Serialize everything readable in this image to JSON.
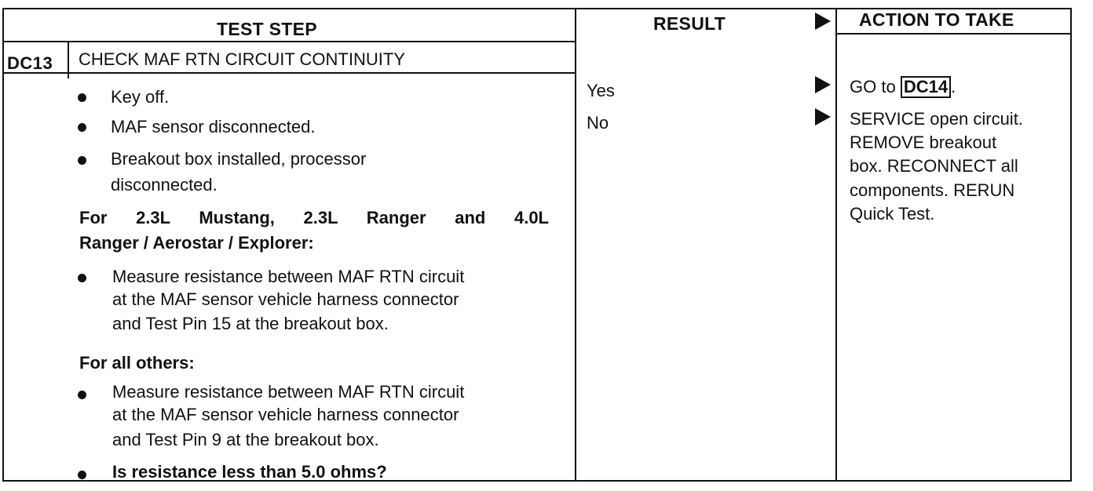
{
  "headers": {
    "test_step": "TEST STEP",
    "result": "RESULT",
    "action": "ACTION TO TAKE"
  },
  "step": {
    "id": "DC13",
    "title": "CHECK MAF RTN CIRCUIT CONTINUITY",
    "conditions": [
      "Key off.",
      "MAF sensor disconnected.",
      "Breakout box installed, processor",
      "disconnected."
    ],
    "group1_heading_line1": "For 2.3L Mustang, 2.3L Ranger and 4.0L",
    "group1_heading_line2": "Ranger / Aerostar / Explorer:",
    "group1_instruction": [
      "Measure resistance between MAF RTN circuit",
      "at the MAF sensor vehicle harness connector",
      "and Test Pin 15 at the breakout box."
    ],
    "group2_heading": "For all others:",
    "group2_instruction": [
      "Measure resistance between MAF RTN circuit",
      "at the MAF sensor vehicle harness connector",
      "and Test Pin 9 at the breakout box."
    ],
    "question": "Is resistance less than 5.0 ohms?"
  },
  "results": {
    "yes": "Yes",
    "no": "No"
  },
  "actions": {
    "yes_prefix": "GO to",
    "yes_ref": "DC14",
    "yes_suffix": ".",
    "no_lines": [
      "SERVICE open circuit.",
      "REMOVE breakout",
      "box. RECONNECT all",
      "components. RERUN",
      "Quick Test."
    ]
  }
}
